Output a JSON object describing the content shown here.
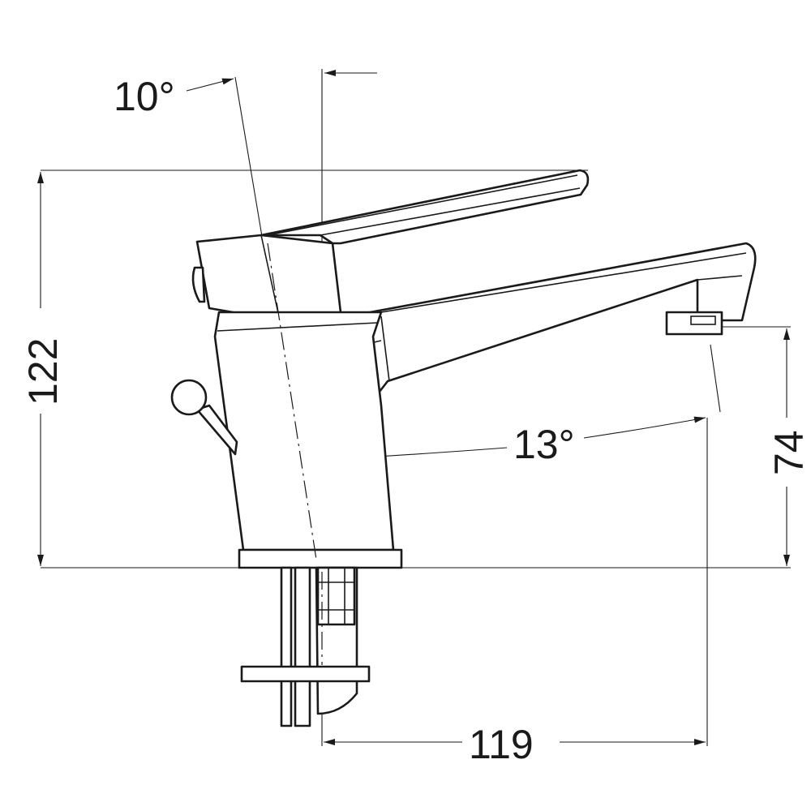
{
  "drawing": {
    "dimensions": {
      "lever_angle": "10°",
      "total_height": "122",
      "spout_angle": "13°",
      "spout_height": "74",
      "spout_reach": "119"
    },
    "colors": {
      "line": "#1a1a1a",
      "background": "#ffffff"
    }
  }
}
